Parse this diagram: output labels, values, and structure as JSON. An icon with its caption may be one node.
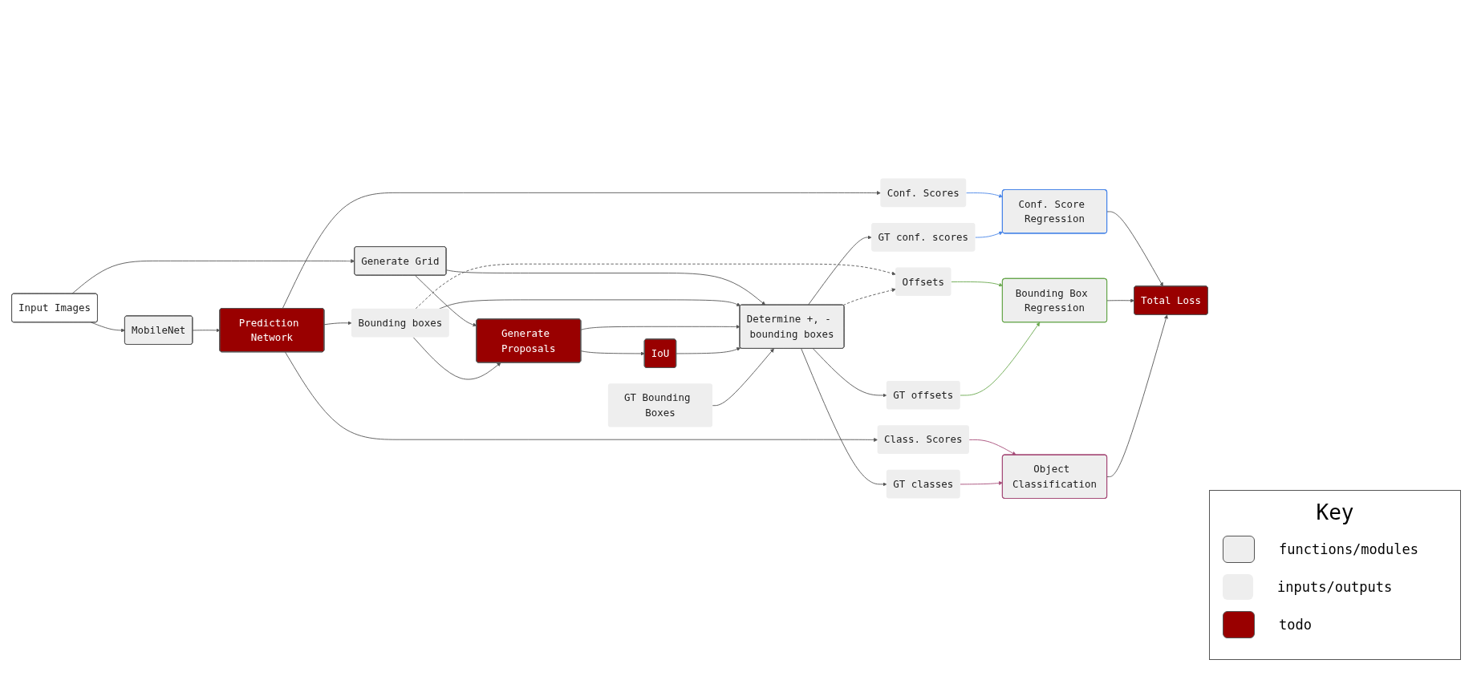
{
  "diagram": {
    "nodes": [
      {
        "text": [
          "Input Images"
        ]
      },
      {
        "text": [
          "MobileNet"
        ]
      },
      {
        "text": [
          "Generate Grid"
        ]
      },
      {
        "text": [
          "Prediction Network"
        ]
      },
      {
        "text": [
          "Offsets"
        ]
      },
      {
        "text": [
          "Conf. Scores"
        ]
      },
      {
        "text": [
          "Class. Scores"
        ]
      },
      {
        "text": [
          "Bounding boxes"
        ]
      },
      {
        "text": [
          "Generate Proposals"
        ]
      },
      {
        "text": [
          "IoU"
        ]
      },
      {
        "text": [
          "GT Bounding Boxes"
        ]
      },
      {
        "text": [
          "Determine +, - bounding boxes"
        ]
      },
      {
        "text": [
          "GT conf. scores"
        ]
      },
      {
        "text": [
          "GT offsets"
        ]
      },
      {
        "text": [
          "GT classes"
        ]
      },
      {
        "text": [
          "Conf. Score Regression"
        ]
      },
      {
        "text": [
          "Bounding Box Regression"
        ]
      },
      {
        "text": [
          "Object Classification"
        ]
      },
      {
        "text": [
          "Total Loss"
        ]
      }
    ],
    "edges": [
      {
        "from": 0,
        "to": 1,
        "arrow": "to"
      },
      {
        "from": 0,
        "to": 2,
        "arrow": "to"
      },
      {
        "from": 1,
        "to": 3,
        "arrow": "to"
      },
      {
        "from": 2,
        "to": 8,
        "arrow": "to"
      },
      {
        "from": 2,
        "to": 11,
        "arrow": "to"
      },
      {
        "from": 3,
        "to": 5,
        "arrow": "to"
      },
      {
        "from": 3,
        "to": 6,
        "arrow": "to"
      },
      {
        "from": 3,
        "to": 7,
        "arrow": "to"
      },
      {
        "from": 7,
        "to": 8,
        "arrow": "to"
      },
      {
        "from": 7,
        "to": 4,
        "arrow": "to",
        "style": "dashed"
      },
      {
        "from": 11,
        "to": 4,
        "arrow": "to",
        "style": "dashed"
      },
      {
        "from": 7,
        "to": 11,
        "arrow": "to"
      },
      {
        "from": 8,
        "to": 9,
        "arrow": "to"
      },
      {
        "from": 8,
        "to": 11,
        "arrow": "to"
      },
      {
        "from": 9,
        "to": 11,
        "arrow": "to"
      },
      {
        "from": 10,
        "to": 11,
        "arrow": "to"
      },
      {
        "from": 11,
        "to": 12,
        "arrow": "to"
      },
      {
        "from": 11,
        "to": 13,
        "arrow": "to"
      },
      {
        "from": 11,
        "to": 14,
        "arrow": "to"
      },
      {
        "from": 5,
        "to": 15,
        "arrow": "to",
        "color": "#4a86e8"
      },
      {
        "from": 12,
        "to": 15,
        "arrow": "to",
        "color": "#4a86e8"
      },
      {
        "from": 4,
        "to": 16,
        "arrow": "to",
        "color": "#6aa84f"
      },
      {
        "from": 13,
        "to": 16,
        "arrow": "to",
        "color": "#6aa84f"
      },
      {
        "from": 6,
        "to": 17,
        "arrow": "to",
        "color": "#a64d79"
      },
      {
        "from": 14,
        "to": 17,
        "arrow": "to",
        "color": "#a64d79"
      },
      {
        "from": 15,
        "to": 18,
        "arrow": "to"
      },
      {
        "from": 16,
        "to": 18,
        "arrow": "to"
      },
      {
        "from": 17,
        "to": 18,
        "arrow": "to"
      }
    ],
    "labels": [
      "Key"
    ],
    "legend": [
      {
        "text": "functions/modules",
        "color": "#eeeeee"
      },
      {
        "text": "inputs/outputs",
        "color": "#eeeeee"
      },
      {
        "text": "todo",
        "color": "#990000"
      }
    ]
  }
}
